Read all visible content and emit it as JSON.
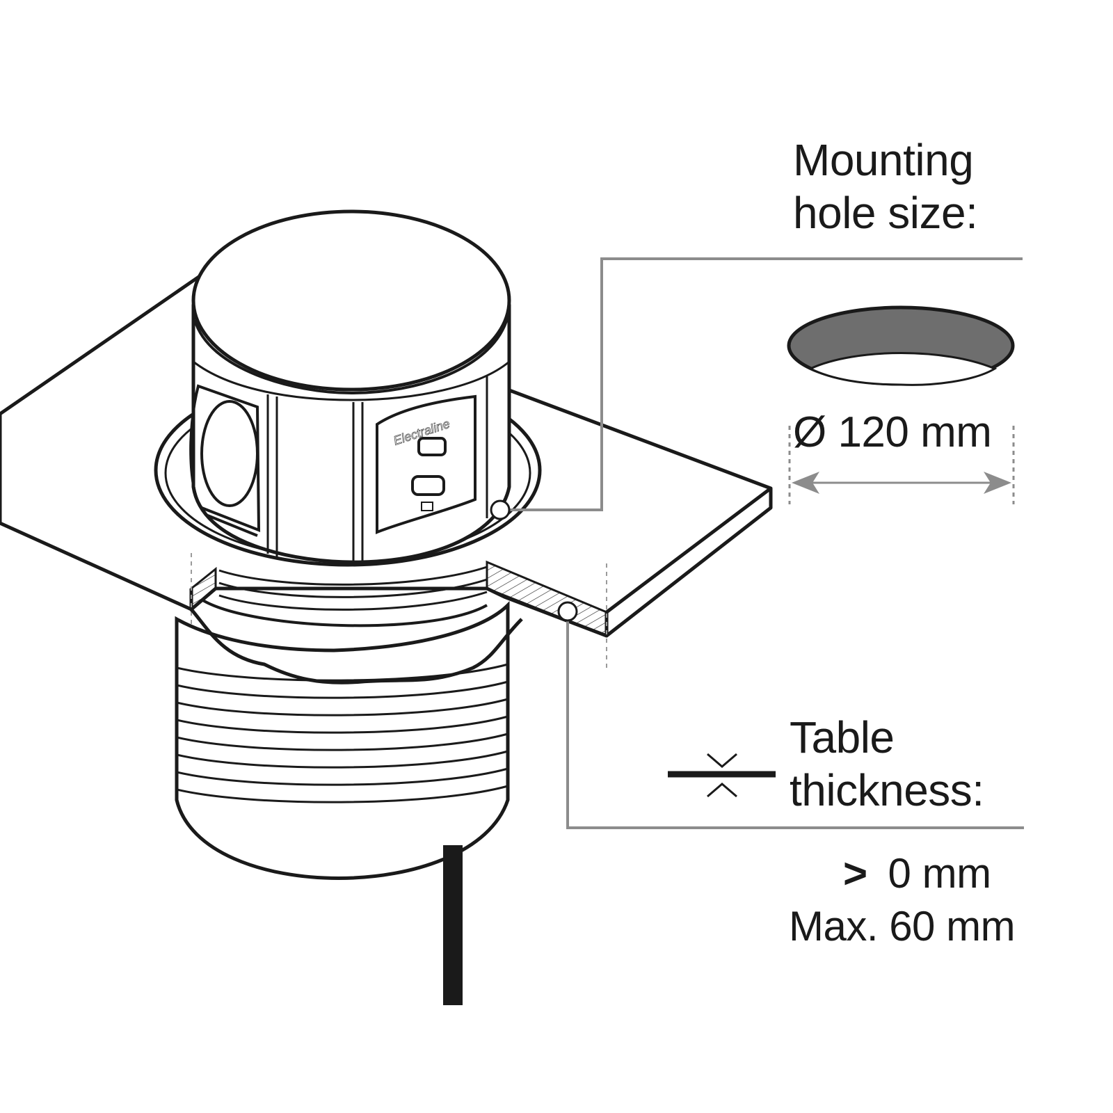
{
  "mounting": {
    "line1": "Mounting",
    "line2": "hole size:"
  },
  "hole": {
    "diameter_label": "Ø 120 mm"
  },
  "thickness": {
    "line1": "Table",
    "line2": "thickness:",
    "min_symbol": ">",
    "min_value": "0 mm",
    "max_label": "Max. 60 mm"
  },
  "brand": {
    "logo_text": "Electraline"
  },
  "colors": {
    "stroke": "#1a1a1a",
    "leader": "#8c8c8c",
    "hole_fill": "#6e6e6e",
    "background": "#ffffff"
  }
}
